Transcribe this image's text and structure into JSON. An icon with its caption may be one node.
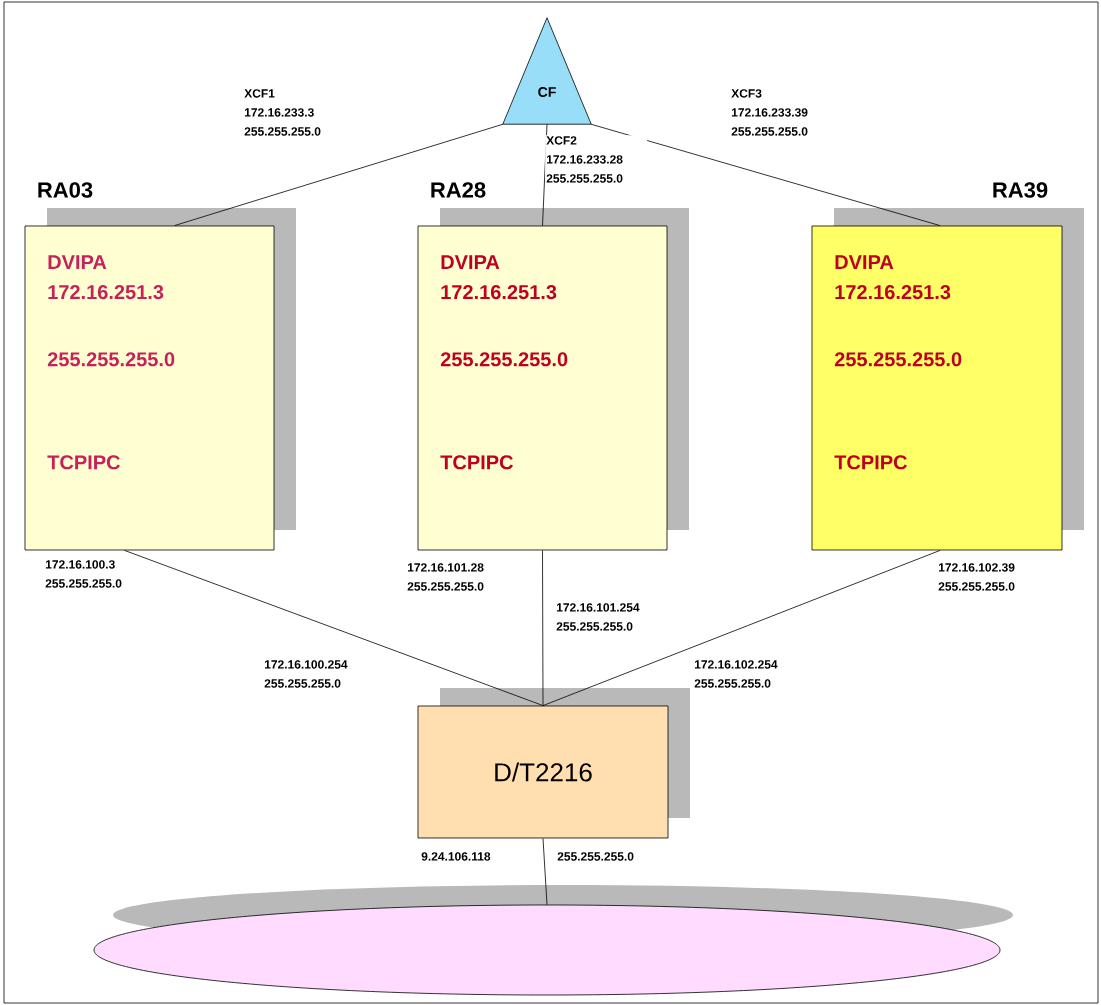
{
  "diagram": {
    "nodes": [
      {
        "text": [
          "CF"
        ]
      },
      {
        "text": [
          "RA03",
          "DVIPA 172.16.251.3",
          "255.255.255.0",
          "TCPIPC"
        ]
      },
      {
        "text": [
          "RA28",
          "DVIPA 172.16.251.3",
          "255.255.255.0",
          "TCPIPC"
        ]
      },
      {
        "text": [
          "RA39",
          "DVIPA 172.16.251.3",
          "255.255.255.0",
          "TCPIPC"
        ]
      },
      {
        "text": [
          "D/T2216"
        ]
      },
      {
        "text": [],
        "shape": "ellipse"
      }
    ],
    "edges": [
      {
        "from": 0,
        "to": 1,
        "arrow": "none",
        "label": "XCF1 172.16.233.3 255.255.255.0"
      },
      {
        "from": 0,
        "to": 2,
        "arrow": "none",
        "label": "XCF2 172.16.233.28 255.255.255.0"
      },
      {
        "from": 0,
        "to": 3,
        "arrow": "none",
        "label": "XCF3 172.16.233.39 255.255.255.0"
      },
      {
        "from": 1,
        "to": 4,
        "arrow": "none"
      },
      {
        "from": 2,
        "to": 4,
        "arrow": "none"
      },
      {
        "from": 3,
        "to": 4,
        "arrow": "none"
      },
      {
        "from": 4,
        "to": 5,
        "arrow": "none"
      }
    ],
    "labels": [
      "172.16.100.3 255.255.255.0",
      "172.16.101.28 255.255.255.0",
      "172.16.102.39 255.255.255.0",
      "172.16.101.254 255.255.255.0",
      "172.16.100.254 255.255.255.0",
      "172.16.102.254 255.255.255.0",
      "9.24.106.118",
      "255.255.255.0"
    ]
  }
}
